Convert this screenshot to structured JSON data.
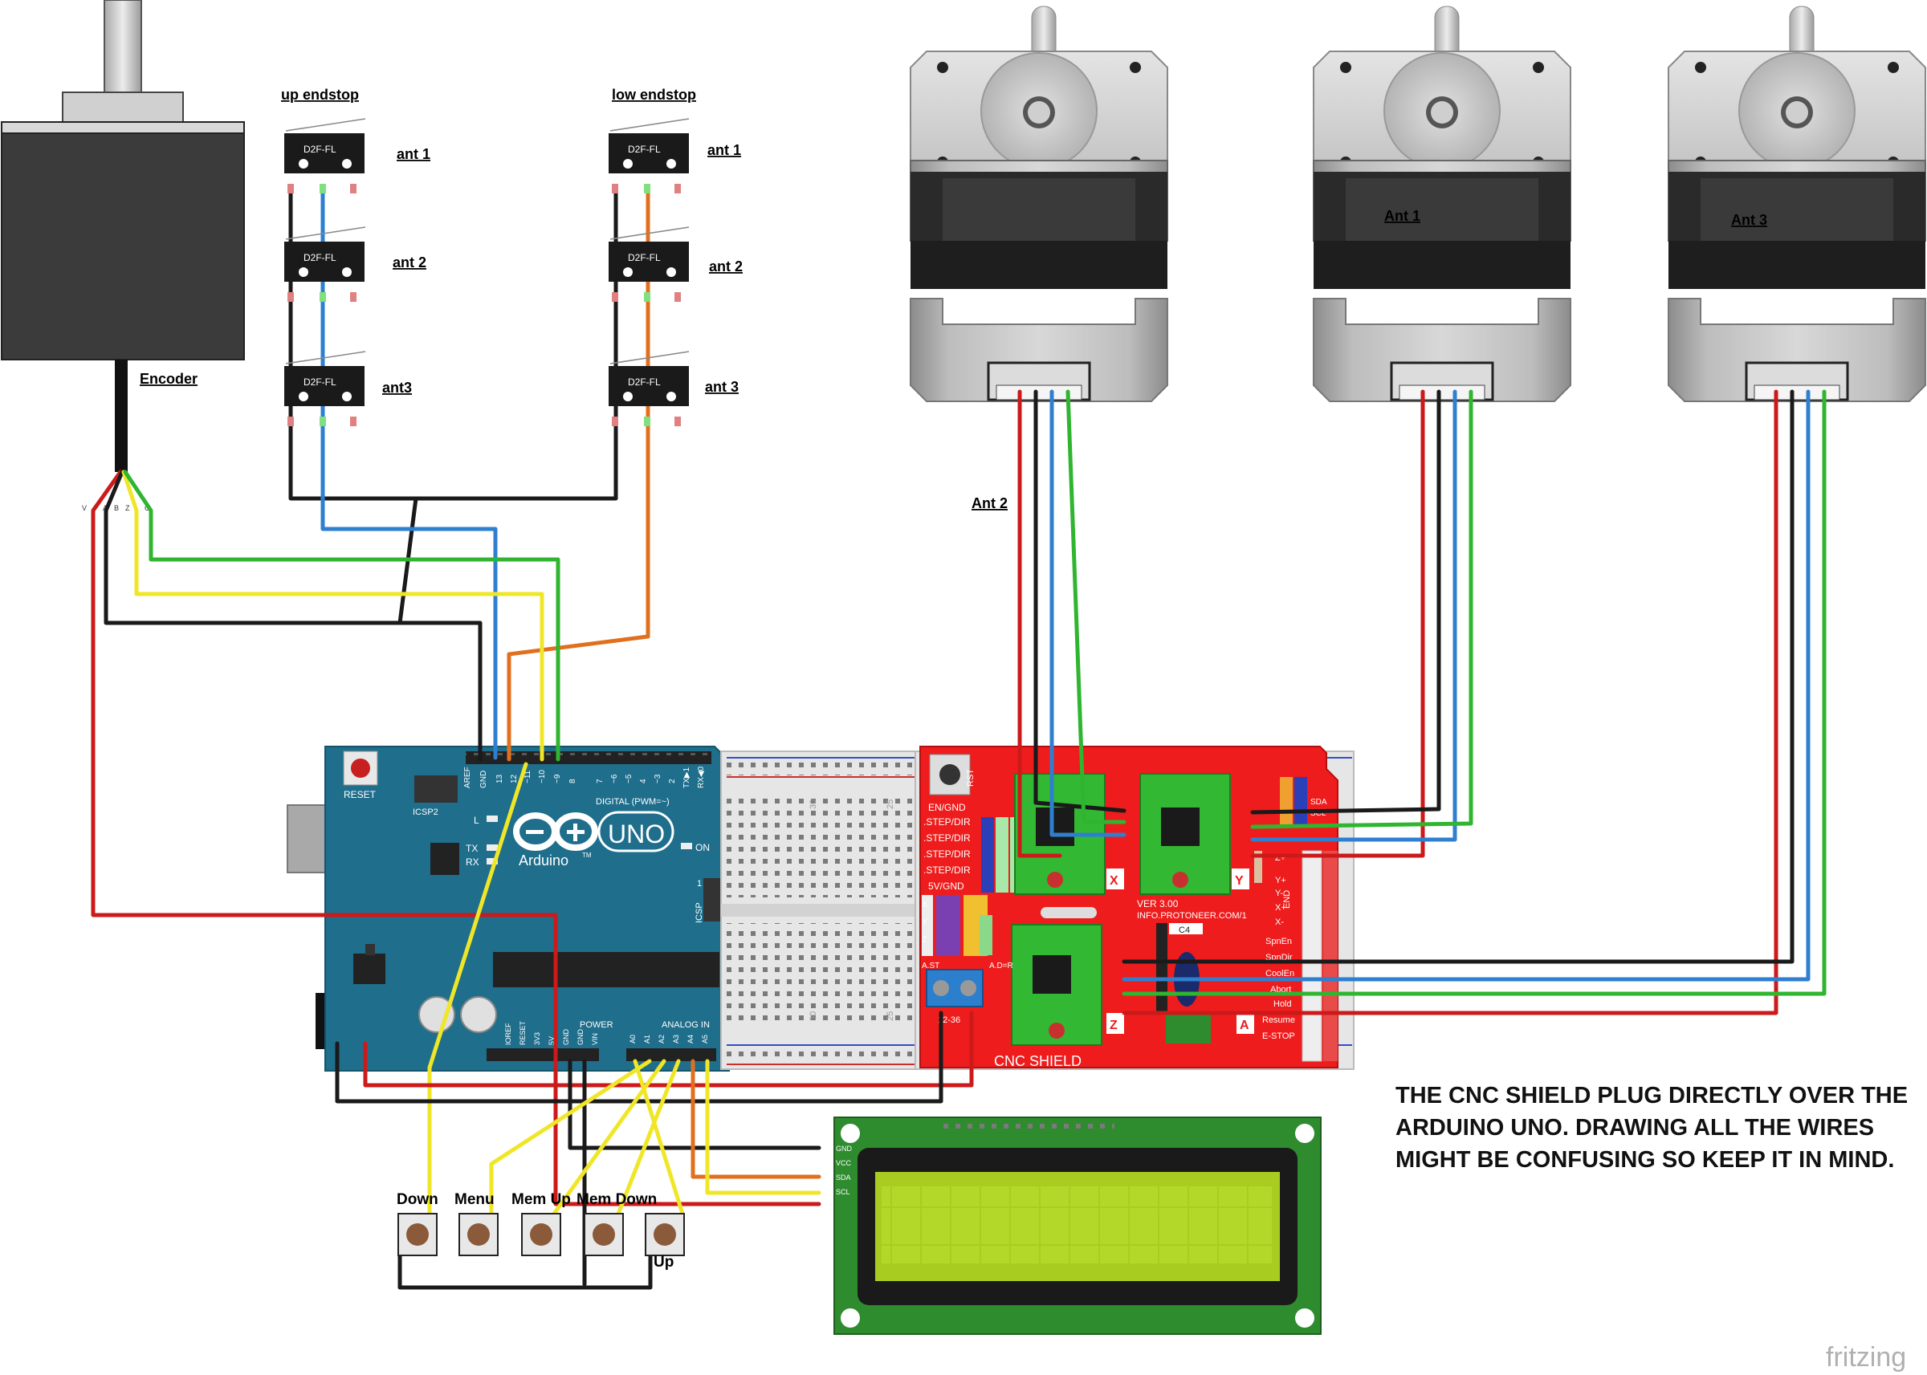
{
  "switch_groups": {
    "up": {
      "title": "up endstop",
      "labels": [
        "ant 1",
        "ant 2",
        "ant3"
      ]
    },
    "low": {
      "title": "low endstop",
      "labels": [
        "ant 1",
        "ant 2",
        "ant 3"
      ]
    }
  },
  "switch_part": "D2F-FL",
  "encoder": {
    "label": "Encoder",
    "pins": [
      "V",
      "A",
      "B",
      "Z",
      "G"
    ]
  },
  "motors": [
    {
      "label": "Ant 2"
    },
    {
      "label": "Ant 1"
    },
    {
      "label": "Ant 3"
    }
  ],
  "arduino": {
    "reset": "RESET",
    "icsp2": "ICSP2",
    "logo": "Arduino",
    "tm": "TM",
    "uno": "UNO",
    "digital": "DIGITAL (PWM=~)",
    "aref": "AREF",
    "gnd": "GND",
    "d13": "13",
    "d12": "12",
    "d11": "~11",
    "d10": "~10",
    "d9": "~9",
    "d8": "8",
    "d7": "7",
    "d6": "~6",
    "d5": "~5",
    "d4": "4",
    "d3": "~3",
    "d2": "2",
    "tx1": "TX▶1",
    "rx0": "RX◀0",
    "l": "L",
    "tx": "TX",
    "rx": "RX",
    "on": "ON",
    "icsp": "ICSP",
    "one": "1",
    "power": "POWER",
    "ioref": "IOREF",
    "rst": "RESET",
    "v33": "3V3",
    "v5": "5V",
    "gnd2": "GND",
    "gnd3": "GND",
    "vin": "VIN",
    "analog": "ANALOG IN",
    "a0": "A0",
    "a1": "A1",
    "a2": "A2",
    "a3": "A3",
    "a4": "A4",
    "a5": "A5"
  },
  "breadboard": {
    "n1": "30",
    "n2": "25",
    "n3": "30",
    "n4": "25"
  },
  "cnc": {
    "rst": "RST",
    "en_gnd": "EN/GND",
    "step_lines": [
      ".STEP/DIR",
      ".STEP/DIR",
      ".STEP/DIR",
      ".STEP/DIR"
    ],
    "v5gnd": "5V/GND",
    "x": "X",
    "y": "Y",
    "z": "Z",
    "a": "A",
    "ver": "VER 3.00",
    "info": "INFO.PROTONEER.COM/1",
    "c4": "C4",
    "ast": "A.ST",
    "ador": "A.D=R",
    "power_in": "12-36",
    "title": "CNC SHIELD",
    "sda": "SDA",
    "scl": "SCL",
    "end": "END",
    "pin_labels": [
      "Z+",
      "Y+",
      "Y-",
      "X+",
      "X-",
      "SpnEn",
      "SpnDir",
      "CoolEn",
      "Abort",
      "Hold",
      "Resume",
      "E-STOP"
    ]
  },
  "buttons": [
    "Down",
    "Menu",
    "Mem Up",
    "Mem Down",
    "Up"
  ],
  "lcd_pins": [
    "GND",
    "VCC",
    "SDA",
    "SCL"
  ],
  "note": [
    "THE CNC SHIELD PLUG DIRECTLY OVER THE",
    "ARDUINO UNO. DRAWING ALL THE WIRES",
    "MIGHT BE CONFUSING SO KEEP IT IN MIND."
  ],
  "watermark": "fritzing",
  "colors": {
    "arduino": "#1f6e8c",
    "cnc": "#ee1c1c",
    "lcd_board": "#2e8b2e",
    "lcd_screen": "#a8cc20",
    "red": "#cc1a1a",
    "black": "#1a1a1a",
    "blue": "#2f7fd0",
    "green": "#2fb52f",
    "yellow": "#f0e628",
    "orange": "#e07020"
  }
}
